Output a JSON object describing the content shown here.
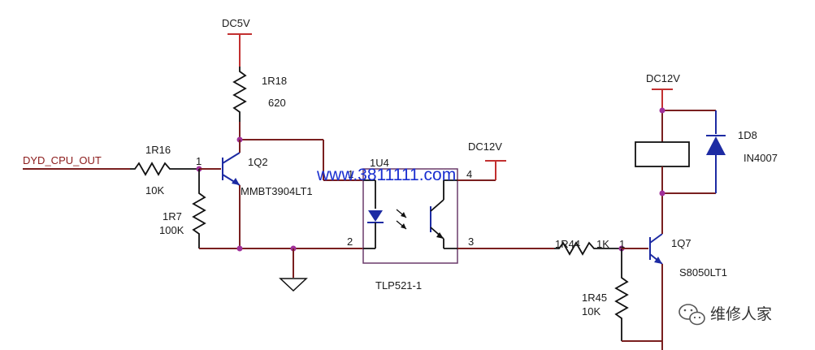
{
  "power": {
    "dc5v": "DC5V",
    "dc12v_opto": "DC12V",
    "dc12v_relay": "DC12V"
  },
  "input": {
    "net_name": "DYD_CPU_OUT"
  },
  "resistors": {
    "r18": {
      "ref": "1R18",
      "value": "620"
    },
    "r16": {
      "ref": "1R16",
      "value": "10K"
    },
    "r7": {
      "ref": "1R7",
      "value": "100K"
    },
    "r44": {
      "ref": "1R44",
      "value": "1K"
    },
    "r45": {
      "ref": "1R45",
      "value": "10K"
    }
  },
  "transistors": {
    "q2": {
      "ref": "1Q2",
      "part": "MMBT3904LT1",
      "pin": "1"
    },
    "q7": {
      "ref": "1Q7",
      "part": "S8050LT1",
      "pin": "1"
    }
  },
  "optocoupler": {
    "ref": "1U4",
    "part": "TLP521-1",
    "pins": [
      "1",
      "2",
      "3",
      "4"
    ]
  },
  "diode": {
    "ref": "1D8",
    "part": "IN4007"
  },
  "watermark": "www.3811111.com",
  "brand": {
    "icon": "wechat-icon",
    "text": "维修人家"
  },
  "colors": {
    "wire": "#7a1f1f",
    "power": "#c23030",
    "watermark": "#1a2fd0",
    "component": "#1d2ba3",
    "junction": "#a0309a"
  }
}
